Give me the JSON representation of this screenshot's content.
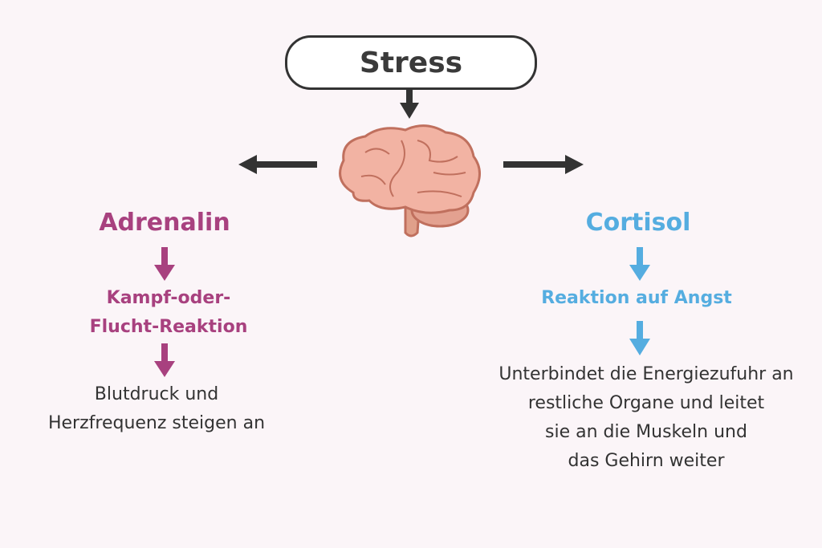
{
  "title": "Stress",
  "colors": {
    "left": "#a8417f",
    "right": "#55ade0",
    "dark": "#333333"
  },
  "left": {
    "hormone": "Adrenalin",
    "reaction": [
      "Kampf-oder-",
      "Flucht-Reaktion"
    ],
    "effect": [
      "Blutdruck und",
      "Herzfrequenz steigen an"
    ]
  },
  "right": {
    "hormone": "Cortisol",
    "reaction": "Reaktion auf Angst",
    "effect": [
      "Unterbindet die Energiezufuhr an",
      "restliche Organe und leitet",
      "sie an die Muskeln und",
      "das Gehirn weiter"
    ]
  }
}
